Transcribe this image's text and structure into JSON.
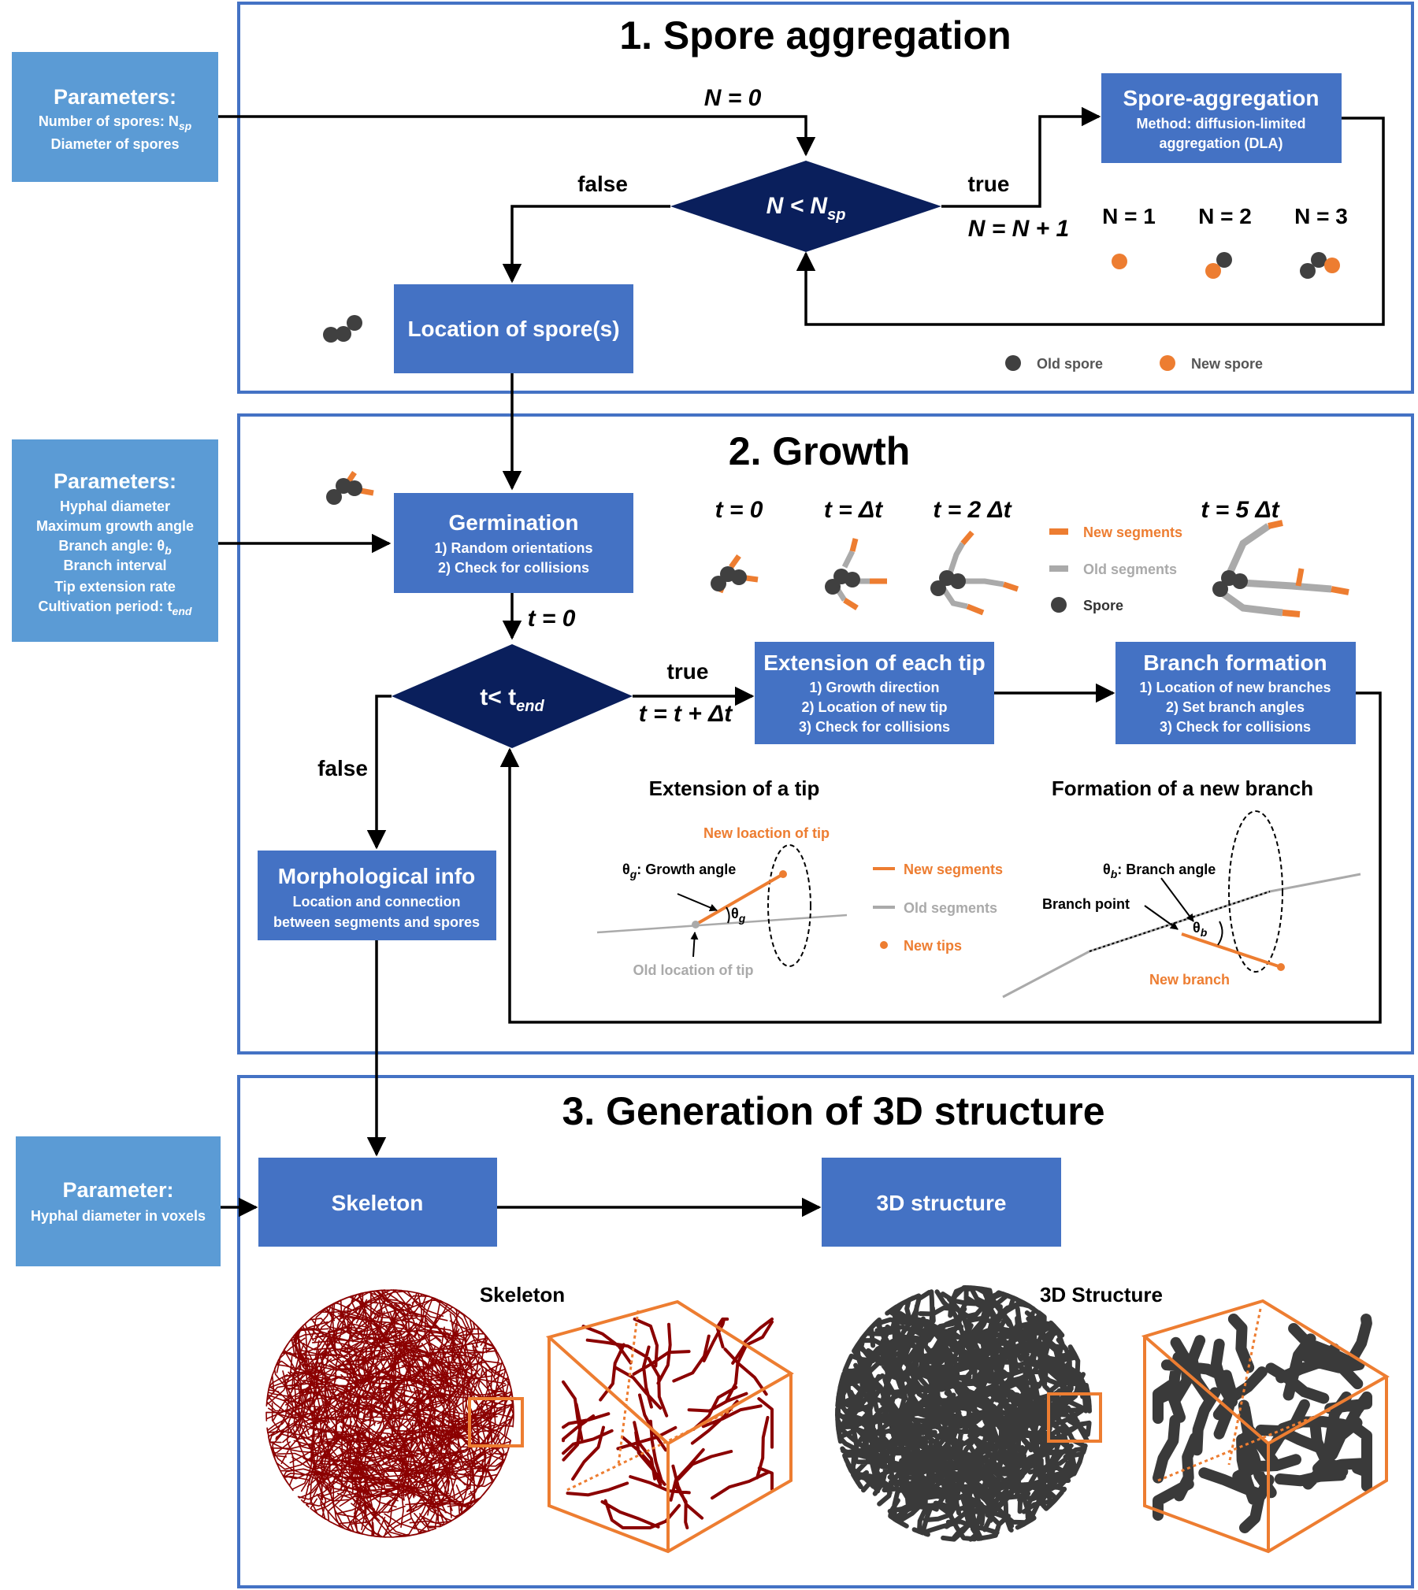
{
  "sections": {
    "spore": {
      "title": "1. Spore aggregation"
    },
    "growth": {
      "title": "2. Growth"
    },
    "structure": {
      "title": "3. Generation of 3D structure"
    }
  },
  "params1": {
    "title": "Parameters:",
    "line1": "Number of spores: N",
    "line1_sub": "sp",
    "line2": "Diameter of spores"
  },
  "params2": {
    "title": "Parameters:",
    "lines": [
      "Hyphal diameter",
      "Maximum growth angle",
      "Branch angle: θ",
      "Branch interval",
      "Tip extension rate",
      "Cultivation period: t"
    ],
    "sub_b": "b",
    "sub_end": "end"
  },
  "params3": {
    "title": "Parameter:",
    "line1": "Hyphal diameter in voxels"
  },
  "boxes": {
    "spore_agg": {
      "title": "Spore-aggregation",
      "line1": "Method: diffusion-limited",
      "line2": "aggregation (DLA)"
    },
    "location": {
      "title": "Location of spore(s)"
    },
    "germination": {
      "title": "Germination",
      "items": [
        "1)   Random orientations",
        "2)   Check for collisions"
      ]
    },
    "extension": {
      "title": "Extension of each tip",
      "items": [
        "1)   Growth direction",
        "2)   Location of new tip",
        "3) Check for collisions"
      ]
    },
    "branch": {
      "title": "Branch formation",
      "items": [
        "1)   Location of new branches",
        "2)   Set branch angles",
        "3)   Check for collisions"
      ]
    },
    "morph": {
      "title": "Morphological info",
      "line1": "Location and connection",
      "line2": "between segments and spores"
    },
    "skeleton": {
      "title": "Skeleton"
    },
    "structure3d": {
      "title": "3D structure"
    }
  },
  "decisions": {
    "d1": {
      "lhs": "N < N",
      "sub": "sp"
    },
    "d2": {
      "lhs": "t< t",
      "sub": "end"
    }
  },
  "flow": {
    "n0": "N = 0",
    "true1": "true",
    "false1": "false",
    "n_inc": "N = N + 1",
    "t0": "t = 0",
    "true2": "true",
    "false2": "false",
    "t_inc": "t = t + Δt"
  },
  "spore_steps": [
    "N = 1",
    "N = 2",
    "N = 3"
  ],
  "legend1": {
    "old": "Old spore",
    "new": "New spore"
  },
  "time_steps": [
    "t = 0",
    "t = Δt",
    "t = 2 Δt",
    "t = 5 Δt"
  ],
  "legend2": {
    "new_seg": "New segments",
    "old_seg": "Old segments",
    "spore": "Spore"
  },
  "tip_panel": {
    "title": "Extension of a tip",
    "new_loc": "New loaction of tip",
    "growth_angle": "θ",
    "growth_angle_sub": "g",
    "growth_angle_rest": ": Growth angle",
    "angle_mark": "θ",
    "old_loc": "Old location of tip"
  },
  "legend3": {
    "new_seg": "New segments",
    "old_seg": "Old segments",
    "new_tips": "New tips"
  },
  "branch_panel": {
    "title": "Formation of a new branch",
    "branch_angle": "θ",
    "branch_angle_sub": "b",
    "branch_angle_rest": ": Branch angle",
    "branch_point": "Branch point",
    "new_branch": "New branch"
  },
  "renders": {
    "skeleton": "Skeleton",
    "structure": "3D Structure"
  },
  "colors": {
    "box": "#4472C4",
    "param": "#5B9BD5",
    "diamond": "#0A1F5C",
    "orange": "#ED7D31",
    "spore_dark": "#404040",
    "skeleton_red": "#8B0000",
    "structure_gray": "#3A3A3A"
  }
}
